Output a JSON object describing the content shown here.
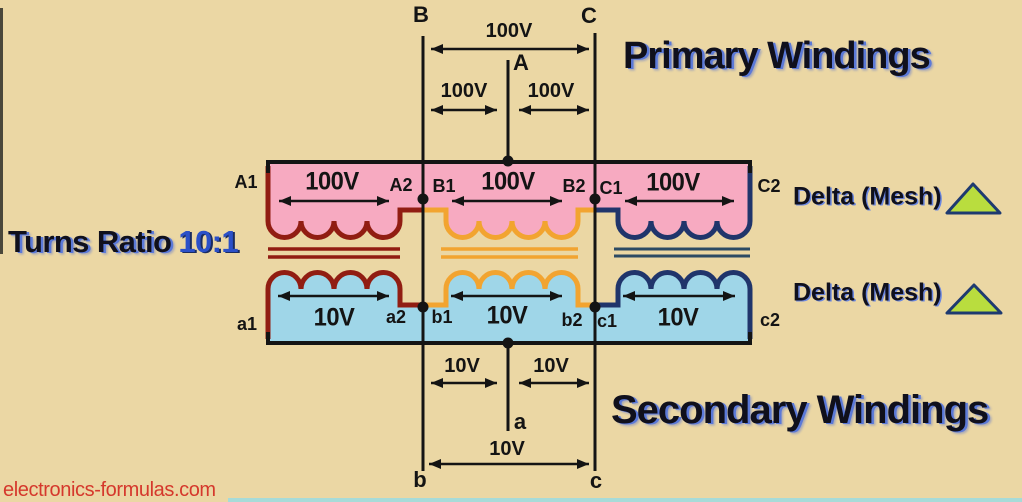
{
  "colors": {
    "background": "#ebd7a4",
    "primary_band_fill": "#f7aac1",
    "secondary_band_fill": "#9fd6e8",
    "phase_a_color": "#911d12",
    "phase_b_color": "#f2a430",
    "phase_c_color": "#20356b",
    "line_color": "#141414",
    "delta_triangle_fill": "#b9dd3e",
    "ratio_value_color": "#2b50c8",
    "watermark_color": "#d5382c"
  },
  "turns_ratio": {
    "label": "Turns Ratio",
    "value": "10:1"
  },
  "watermark": "electronics-formulas.com",
  "primary": {
    "title": "Primary Windings",
    "connection": "Delta (Mesh)",
    "phase_labels": {
      "a": "A",
      "b": "B",
      "c": "C"
    },
    "outer_voltages": {
      "top": "100V",
      "left": "100V",
      "right": "100V"
    },
    "windings": [
      {
        "start": "A1",
        "end": "A2",
        "voltage": "100V"
      },
      {
        "start": "B1",
        "end": "B2",
        "voltage": "100V"
      },
      {
        "start": "C1",
        "end": "C2",
        "voltage": "100V"
      }
    ]
  },
  "secondary": {
    "title": "Secondary Windings",
    "connection": "Delta (Mesh)",
    "phase_labels": {
      "a": "a",
      "b": "b",
      "c": "c"
    },
    "outer_voltages": {
      "left": "10V",
      "right": "10V",
      "bottom": "10V"
    },
    "windings": [
      {
        "start": "a1",
        "end": "a2",
        "voltage": "10V"
      },
      {
        "start": "b1",
        "end": "b2",
        "voltage": "10V"
      },
      {
        "start": "c1",
        "end": "c2",
        "voltage": "10V"
      }
    ]
  }
}
